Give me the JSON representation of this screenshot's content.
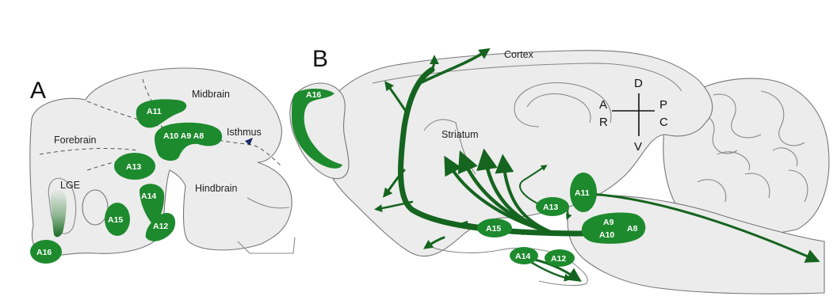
{
  "panels": {
    "a": "A",
    "b": "B"
  },
  "panel_a": {
    "regions": {
      "midbrain": "Midbrain",
      "forebrain": "Forebrain",
      "isthmus": "Isthmus",
      "hindbrain": "Hindbrain",
      "lge": "LGE"
    },
    "nuclei": {
      "a11": "A11",
      "a10_a9_a8": "A10 A9 A8",
      "a13": "A13",
      "a14": "A14",
      "a15": "A15",
      "a12": "A12",
      "a16": "A16"
    }
  },
  "panel_b": {
    "regions": {
      "cortex": "Cortex",
      "striatum": "Striatum"
    },
    "nuclei": {
      "a16": "A16",
      "a11": "A11",
      "a13": "A13",
      "a9": "A9",
      "a10": "A10",
      "a8": "A8",
      "a15": "A15",
      "a14": "A14",
      "a12": "A12"
    },
    "orientation": {
      "dorsal": "D",
      "ventral": "V",
      "anterior": "A",
      "posterior": "P",
      "rostral": "R",
      "caudal": "C"
    }
  },
  "colors": {
    "nucleus_fill": "#1e8a2e",
    "pathway": "#15641f",
    "tissue": "#ececec"
  }
}
